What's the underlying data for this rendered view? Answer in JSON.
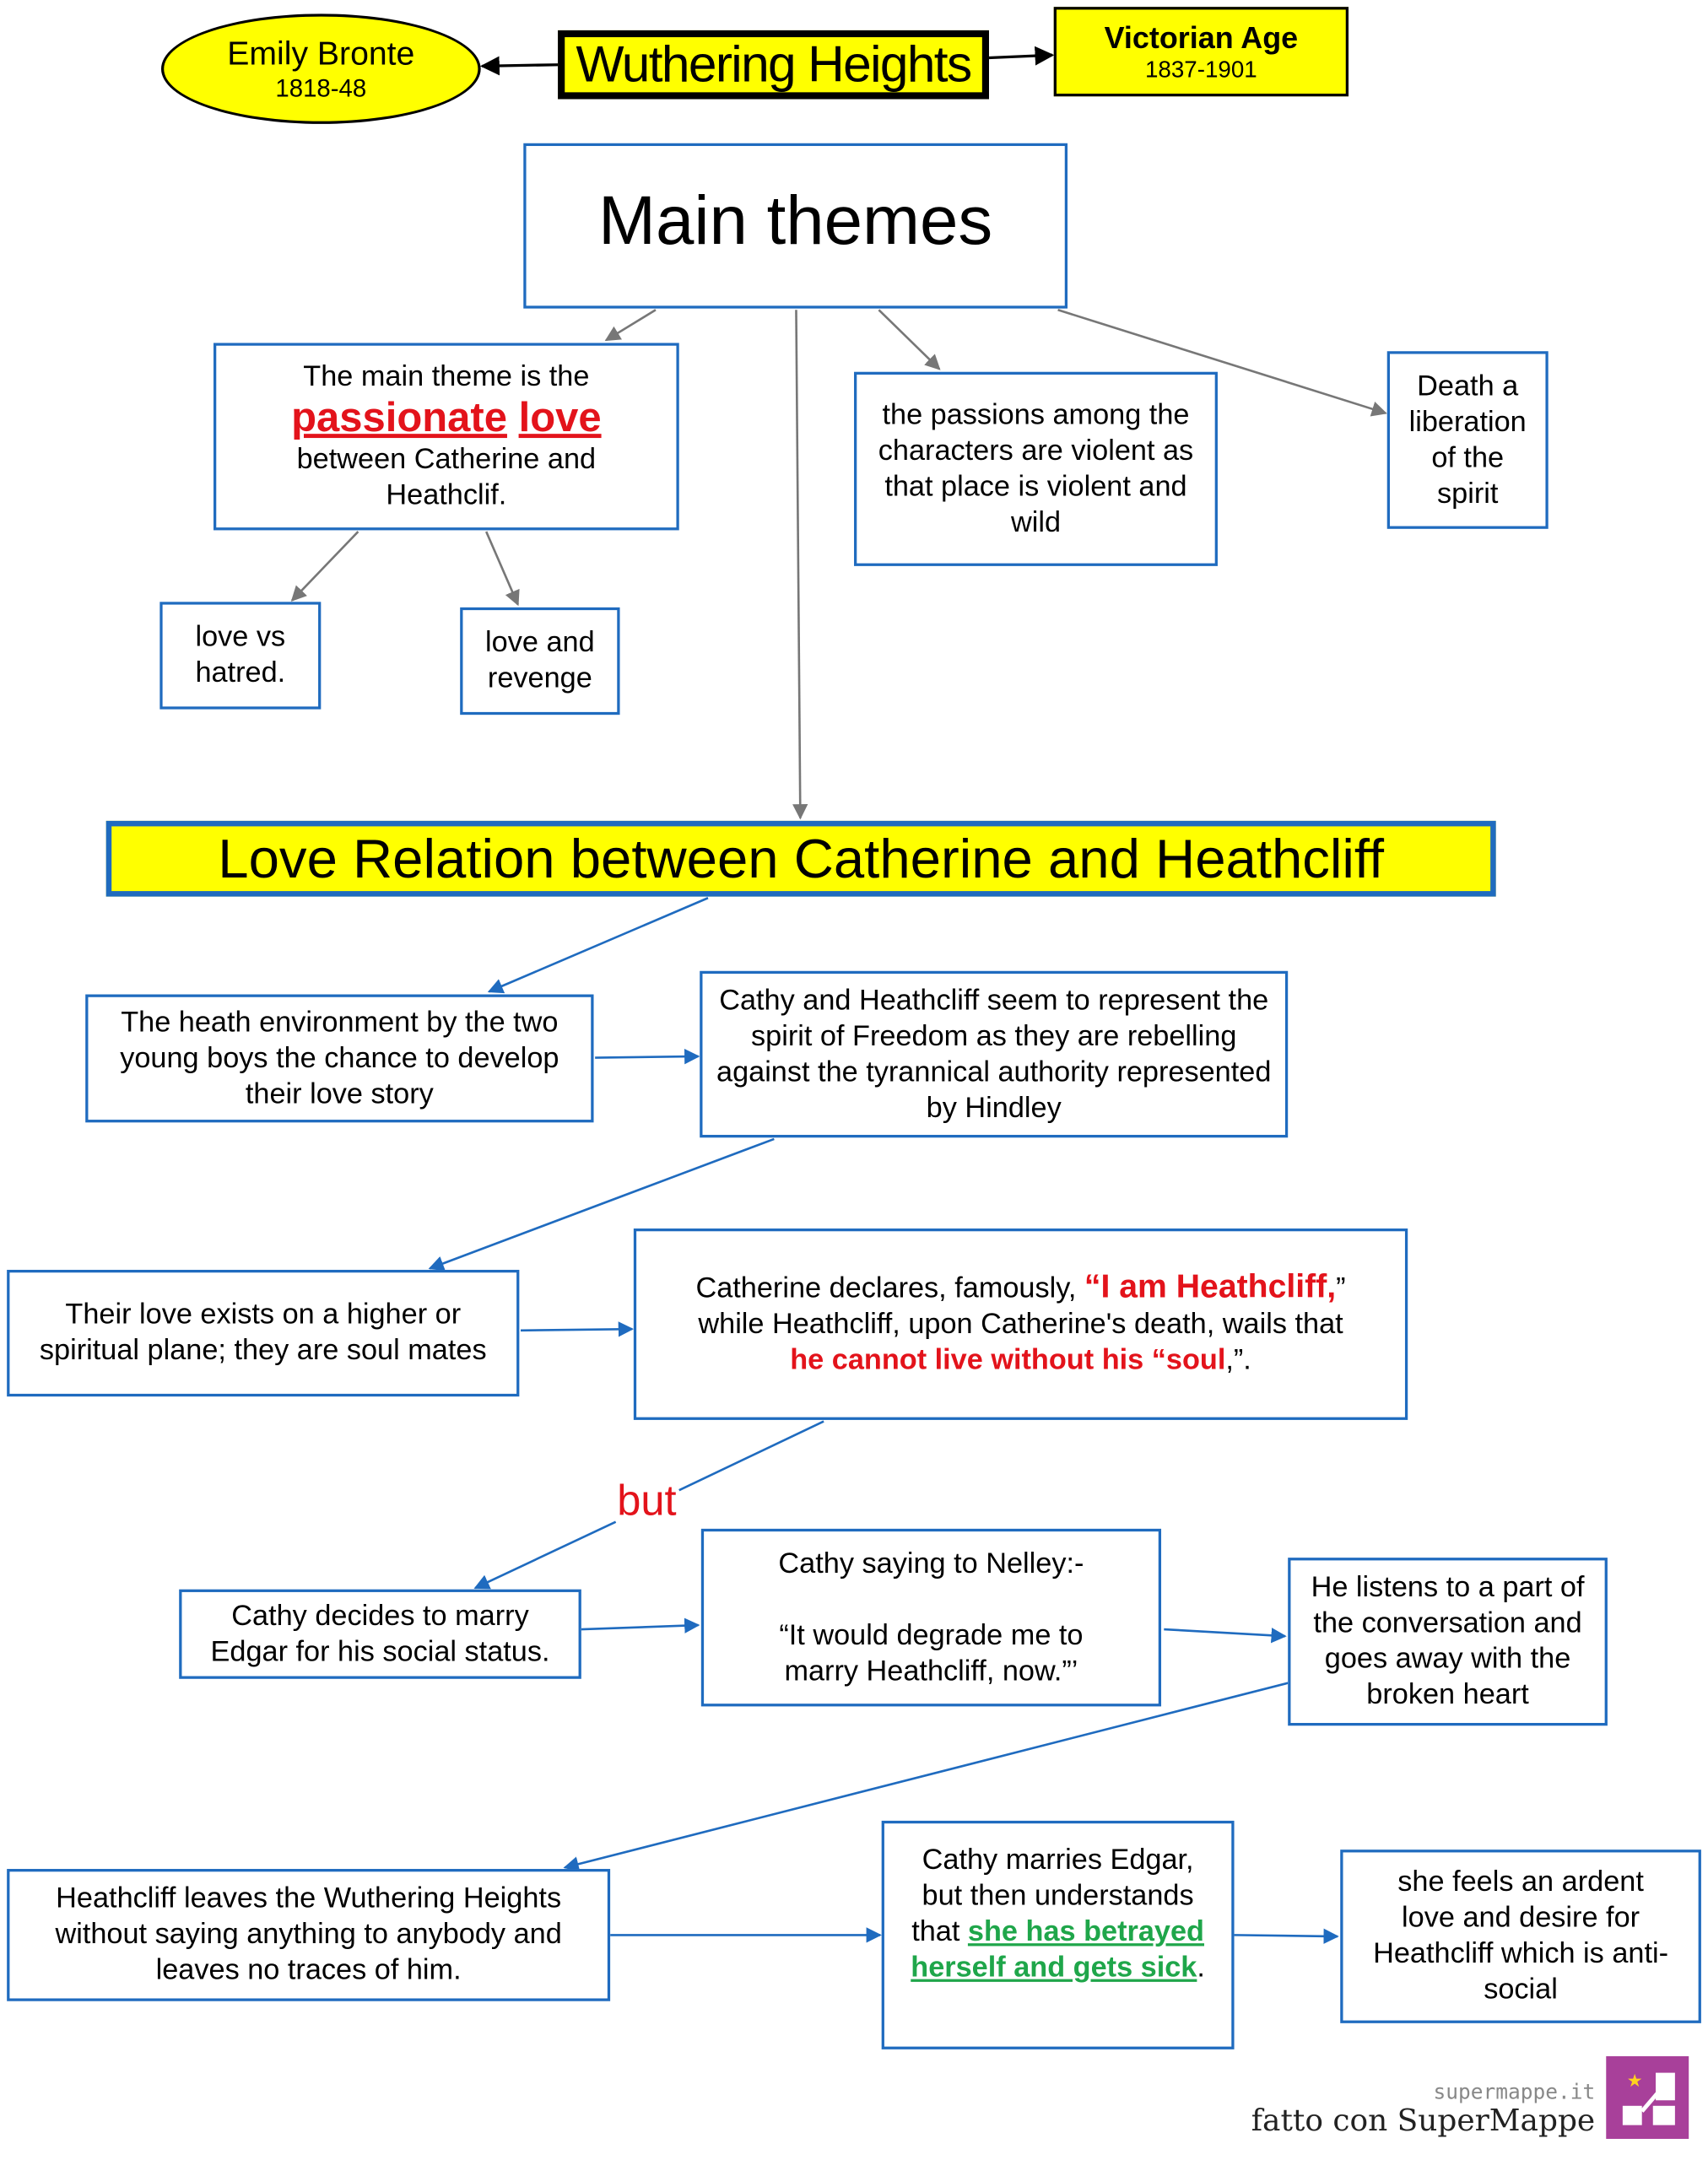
{
  "header": {
    "author_name": "Emily Bronte",
    "author_dates": "1818-48",
    "title": "Wuthering Heights",
    "age_name": "Victorian Age",
    "age_dates": "1837-1901"
  },
  "main_themes": "Main themes",
  "theme_main": {
    "line1": "The main theme is the",
    "highlight1": "passionate",
    "highlight2": "love",
    "line3": "between Catherine and",
    "line4": "Heathclif."
  },
  "theme_passions": "the passions among the characters are violent as that place is violent and wild",
  "theme_death": "Death a liberation of the spirit",
  "sub_hatred": "love vs hatred.",
  "sub_revenge": "love and revenge",
  "love_relation_title": "Love Relation between Catherine and Heathcliff",
  "heath": "The heath environment by the two young boys the chance to develop their love story",
  "freedom": "Cathy and Heathcliff seem to represent the spirit of Freedom as they are rebelling against the tyrannical authority represented by Hindley",
  "spiritual": "Their love exists on a higher or spiritual plane; they are soul mates",
  "declares": {
    "pre": "Catherine declares, famously, ",
    "quote": "“I am  Heathcliff,",
    "post": "”",
    "line2": "while Heathcliff, upon Catherine's death, wails that",
    "red2": "he cannot live  without  his  “soul",
    "end": ",”."
  },
  "but": "but",
  "marry_edgar": "Cathy decides to marry Edgar for his social status.",
  "nelley": {
    "line1": "Cathy saying to Nelley:-",
    "line2": "“It would degrade me to marry Heathcliff, now.”’"
  },
  "listens": "He listens to a part of the conversation and goes away with the broken heart",
  "leaves": "Heathcliff leaves the Wuthering Heights without saying anything to anybody and leaves no traces of him.",
  "marries": {
    "pre": "Cathy marries Edgar, but then understands that ",
    "green": "she has betrayed herself and gets sick",
    "end": "."
  },
  "ardent": "she feels an ardent love and desire for Heathcliff which is anti- social",
  "footer": {
    "site": "supermappe.it",
    "made_with": "fatto con SuperMappe"
  },
  "colors": {
    "yellow": "#ffff00",
    "blue_border": "#1f6bbf",
    "red": "#e3131b",
    "green": "#1fa64a",
    "logo": "#a8409a"
  }
}
